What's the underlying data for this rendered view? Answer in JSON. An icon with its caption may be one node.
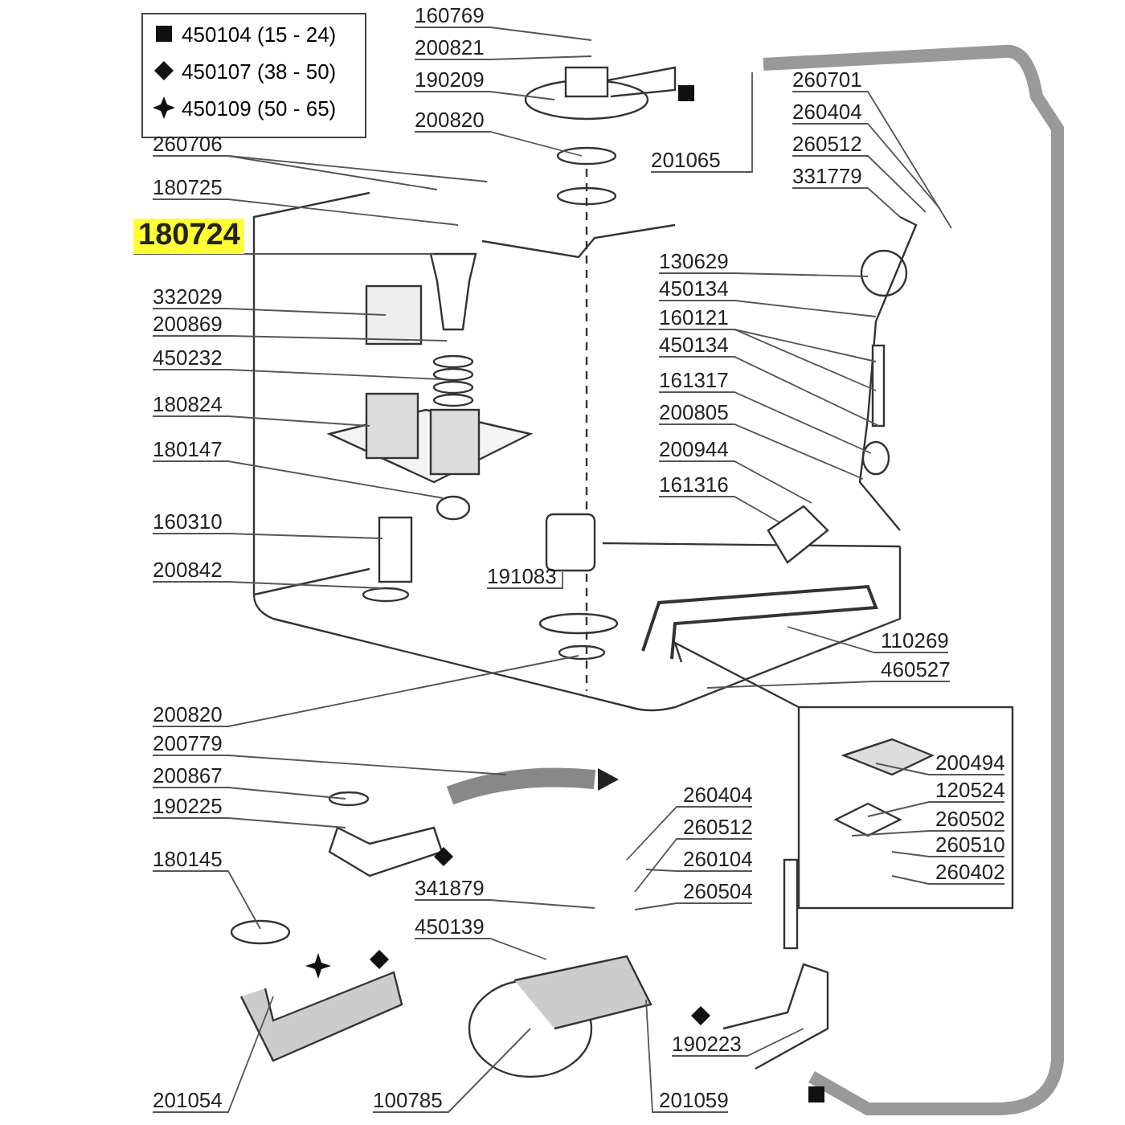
{
  "diagram": {
    "nodes": [
      {
        "text": [
          "160769"
        ]
      },
      {
        "text": [
          "200821"
        ]
      },
      {
        "text": [
          "190209"
        ]
      },
      {
        "text": [
          "200820"
        ]
      },
      {
        "text": [
          "201065"
        ]
      },
      {
        "text": [
          "260701"
        ]
      },
      {
        "text": [
          "260404"
        ]
      },
      {
        "text": [
          "260512"
        ]
      },
      {
        "text": [
          "331779"
        ]
      },
      {
        "text": [
          "260706"
        ]
      },
      {
        "text": [
          "180725"
        ]
      },
      {
        "text": [
          "180724"
        ]
      },
      {
        "text": [
          "332029"
        ]
      },
      {
        "text": [
          "200869"
        ]
      },
      {
        "text": [
          "450232"
        ]
      },
      {
        "text": [
          "180824"
        ]
      },
      {
        "text": [
          "180147"
        ]
      },
      {
        "text": [
          "160310"
        ]
      },
      {
        "text": [
          "200842"
        ]
      },
      {
        "text": [
          "191083"
        ]
      },
      {
        "text": [
          "130629"
        ]
      },
      {
        "text": [
          "450134"
        ]
      },
      {
        "text": [
          "160121"
        ]
      },
      {
        "text": [
          "450134"
        ]
      },
      {
        "text": [
          "161317"
        ]
      },
      {
        "text": [
          "200805"
        ]
      },
      {
        "text": [
          "200944"
        ]
      },
      {
        "text": [
          "161316"
        ]
      },
      {
        "text": [
          "110269"
        ]
      },
      {
        "text": [
          "460527"
        ]
      },
      {
        "text": [
          "200820"
        ]
      },
      {
        "text": [
          "200779"
        ]
      },
      {
        "text": [
          "200867"
        ]
      },
      {
        "text": [
          "190225"
        ]
      },
      {
        "text": [
          "200494"
        ]
      },
      {
        "text": [
          "120524"
        ]
      },
      {
        "text": [
          "260502"
        ]
      },
      {
        "text": [
          "260510"
        ]
      },
      {
        "text": [
          "260402"
        ]
      },
      {
        "text": [
          "260404"
        ]
      },
      {
        "text": [
          "260512"
        ]
      },
      {
        "text": [
          "260104"
        ]
      },
      {
        "text": [
          "260504"
        ]
      },
      {
        "text": [
          "341879"
        ]
      },
      {
        "text": [
          "180145"
        ]
      },
      {
        "text": [
          "450139"
        ]
      },
      {
        "text": [
          "190223"
        ]
      },
      {
        "text": [
          "201054"
        ]
      },
      {
        "text": [
          "100785"
        ]
      },
      {
        "text": [
          "201059"
        ]
      }
    ],
    "edges": [
      {
        "from": 0,
        "to": null,
        "arrow": "none"
      },
      {
        "from": 1,
        "to": null,
        "arrow": "none"
      },
      {
        "from": 2,
        "to": null,
        "arrow": "none"
      },
      {
        "from": 3,
        "to": null,
        "arrow": "none"
      },
      {
        "from": 4,
        "to": null,
        "arrow": "none"
      },
      {
        "from": 5,
        "to": null,
        "arrow": "none"
      },
      {
        "from": 6,
        "to": null,
        "arrow": "none"
      },
      {
        "from": 7,
        "to": null,
        "arrow": "none"
      },
      {
        "from": 8,
        "to": null,
        "arrow": "none"
      },
      {
        "from": 9,
        "to": null,
        "arrow": "none"
      },
      {
        "from": 9,
        "to": null,
        "arrow": "none"
      },
      {
        "from": 10,
        "to": null,
        "arrow": "none"
      },
      {
        "from": 11,
        "to": null,
        "arrow": "none"
      },
      {
        "from": 12,
        "to": null,
        "arrow": "none"
      },
      {
        "from": 13,
        "to": null,
        "arrow": "none"
      },
      {
        "from": 14,
        "to": null,
        "arrow": "none"
      },
      {
        "from": 15,
        "to": null,
        "arrow": "none"
      },
      {
        "from": 16,
        "to": null,
        "arrow": "none"
      },
      {
        "from": 17,
        "to": null,
        "arrow": "none"
      },
      {
        "from": 18,
        "to": null,
        "arrow": "none"
      },
      {
        "from": 19,
        "to": null,
        "arrow": "none"
      },
      {
        "from": 20,
        "to": null,
        "arrow": "none"
      },
      {
        "from": 21,
        "to": null,
        "arrow": "none"
      },
      {
        "from": 22,
        "to": null,
        "arrow": "none"
      },
      {
        "from": 22,
        "to": null,
        "arrow": "none"
      },
      {
        "from": 23,
        "to": null,
        "arrow": "none"
      },
      {
        "from": 24,
        "to": null,
        "arrow": "none"
      },
      {
        "from": 25,
        "to": null,
        "arrow": "none"
      },
      {
        "from": 26,
        "to": null,
        "arrow": "none"
      },
      {
        "from": 27,
        "to": null,
        "arrow": "none"
      },
      {
        "from": 28,
        "to": null,
        "arrow": "none"
      },
      {
        "from": 29,
        "to": null,
        "arrow": "none"
      },
      {
        "from": 30,
        "to": null,
        "arrow": "none"
      },
      {
        "from": 31,
        "to": null,
        "arrow": "none"
      },
      {
        "from": 32,
        "to": null,
        "arrow": "none"
      },
      {
        "from": 33,
        "to": null,
        "arrow": "none"
      },
      {
        "from": 34,
        "to": null,
        "arrow": "none"
      },
      {
        "from": 35,
        "to": null,
        "arrow": "none"
      },
      {
        "from": 36,
        "to": null,
        "arrow": "none"
      },
      {
        "from": 37,
        "to": null,
        "arrow": "none"
      },
      {
        "from": 38,
        "to": null,
        "arrow": "none"
      },
      {
        "from": 39,
        "to": null,
        "arrow": "none"
      },
      {
        "from": 40,
        "to": null,
        "arrow": "none"
      },
      {
        "from": 41,
        "to": null,
        "arrow": "none"
      },
      {
        "from": 42,
        "to": null,
        "arrow": "none"
      },
      {
        "from": 43,
        "to": null,
        "arrow": "none"
      },
      {
        "from": 44,
        "to": null,
        "arrow": "none"
      },
      {
        "from": 45,
        "to": null,
        "arrow": "none"
      },
      {
        "from": 46,
        "to": null,
        "arrow": "none"
      },
      {
        "from": 47,
        "to": null,
        "arrow": "none"
      },
      {
        "from": 48,
        "to": null,
        "arrow": "none"
      },
      {
        "from": 49,
        "to": null,
        "arrow": "none"
      }
    ],
    "legend": [
      {
        "text": "450104 (15 - 24)"
      },
      {
        "text": "450107 (38 - 50)"
      },
      {
        "text": "450109 (50 - 65)"
      }
    ]
  }
}
